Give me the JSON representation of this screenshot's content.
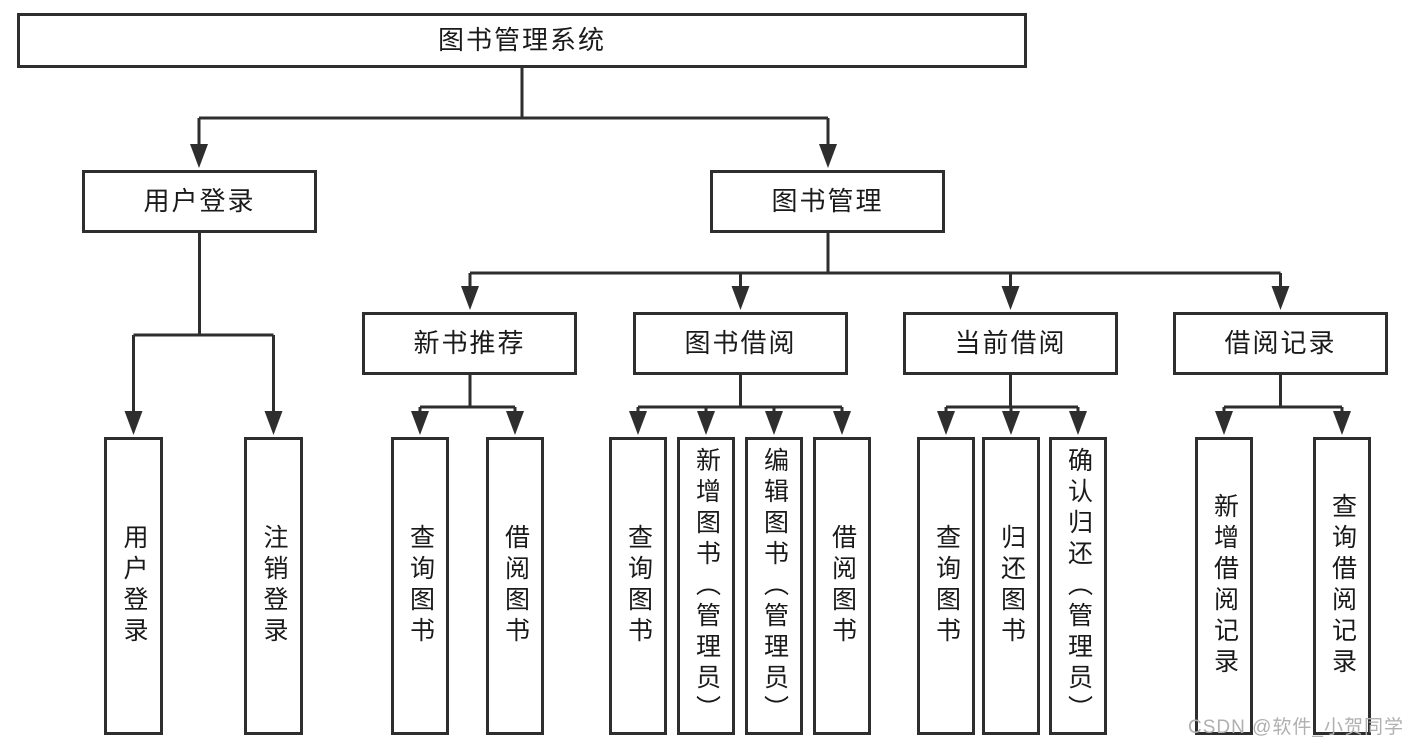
{
  "diagram_title": "图书管理系统",
  "nodes": {
    "root": "图书管理系统",
    "user_login": "用户登录",
    "book_mgmt": "图书管理",
    "new_books": "新书推荐",
    "book_borrow": "图书借阅",
    "current_borrow": "当前借阅",
    "borrow_records": "借阅记录",
    "ul_login": "用户登录",
    "ul_logout": "注销登录",
    "nb_query": "查询图书",
    "nb_borrow": "借阅图书",
    "bb_query": "查询图书",
    "bb_add": "新增图书（管理员）",
    "bb_edit": "编辑图书（管理员）",
    "bb_borrow": "借阅图书",
    "cb_query": "查询图书",
    "cb_return": "归还图书",
    "cb_confirm": "确认归还（管理员）",
    "br_add": "新增借阅记录",
    "br_query": "查询借阅记录"
  },
  "watermark": "CSDN @软件_小贺同学",
  "colors": {
    "line": "#2e2e2e",
    "text": "#1a1a1a",
    "watermark": "#b0b0b0",
    "background": "#ffffff"
  }
}
